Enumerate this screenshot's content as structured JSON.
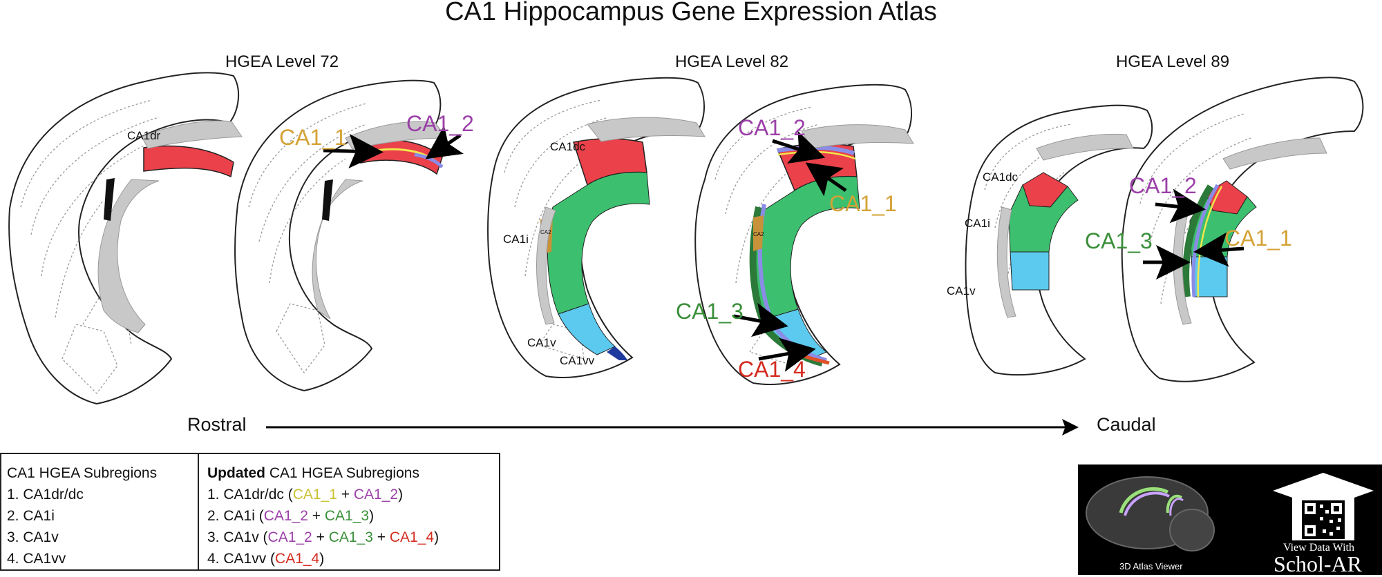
{
  "title": "CA1 Hippocampus Gene Expression Atlas",
  "levels": [
    "HGEA Level 72",
    "HGEA Level 82",
    "HGEA Level 89"
  ],
  "axis": {
    "rostral": "Rostral",
    "caudal": "Caudal"
  },
  "region_labels": {
    "ca1dr": "CA1dr",
    "ca1dc": "CA1dc",
    "ca1i": "CA1i",
    "ca2": "CA2",
    "ca1v": "CA1v",
    "ca1vv": "CA1vv"
  },
  "subfield_labels": {
    "ca1_1": "CA1_1",
    "ca1_2": "CA1_2",
    "ca1_3": "CA1_3",
    "ca1_4": "CA1_4"
  },
  "colors": {
    "ca1_1": "#d4a236",
    "ca1_2": "#9b3fa8",
    "ca1_3": "#3a8f3a",
    "ca1_4": "#d42a1e",
    "region_red": "#ea414a",
    "region_green": "#3cbf6e",
    "region_cyan": "#5cc9ee",
    "region_navy": "#1f3a9e",
    "ca2_tan": "#c8923a",
    "gray_fill": "#c8c8c8"
  },
  "legend": {
    "old": {
      "heading": "CA1 HGEA Subregions",
      "items": [
        "1. CA1dr/dc",
        "2. CA1i",
        "3. CA1v",
        "4. CA1vv"
      ]
    },
    "updated": {
      "heading_bold": "Updated",
      "heading_rest": " CA1 HGEA Subregions",
      "items": [
        {
          "num": "1. ",
          "name": "CA1dr/dc",
          "parts": [
            "CA1_1",
            "CA1_2"
          ],
          "colors": [
            "#c9c130",
            "#9b3fa8"
          ]
        },
        {
          "num": "2. ",
          "name": "CA1i",
          "parts": [
            "CA1_2",
            "CA1_3"
          ],
          "colors": [
            "#9b3fa8",
            "#3a8f3a"
          ]
        },
        {
          "num": "3. ",
          "name": "CA1v",
          "parts": [
            "CA1_2",
            "CA1_3",
            "CA1_4"
          ],
          "colors": [
            "#9b3fa8",
            "#3a8f3a",
            "#d42a1e"
          ]
        },
        {
          "num": "4. ",
          "name": "CA1vv",
          "parts": [
            "CA1_4"
          ],
          "colors": [
            "#d42a1e"
          ]
        }
      ]
    }
  },
  "scholar": {
    "viewer_label": "3D Atlas Viewer",
    "view_data": "View Data With",
    "brand": "Schol-AR"
  }
}
